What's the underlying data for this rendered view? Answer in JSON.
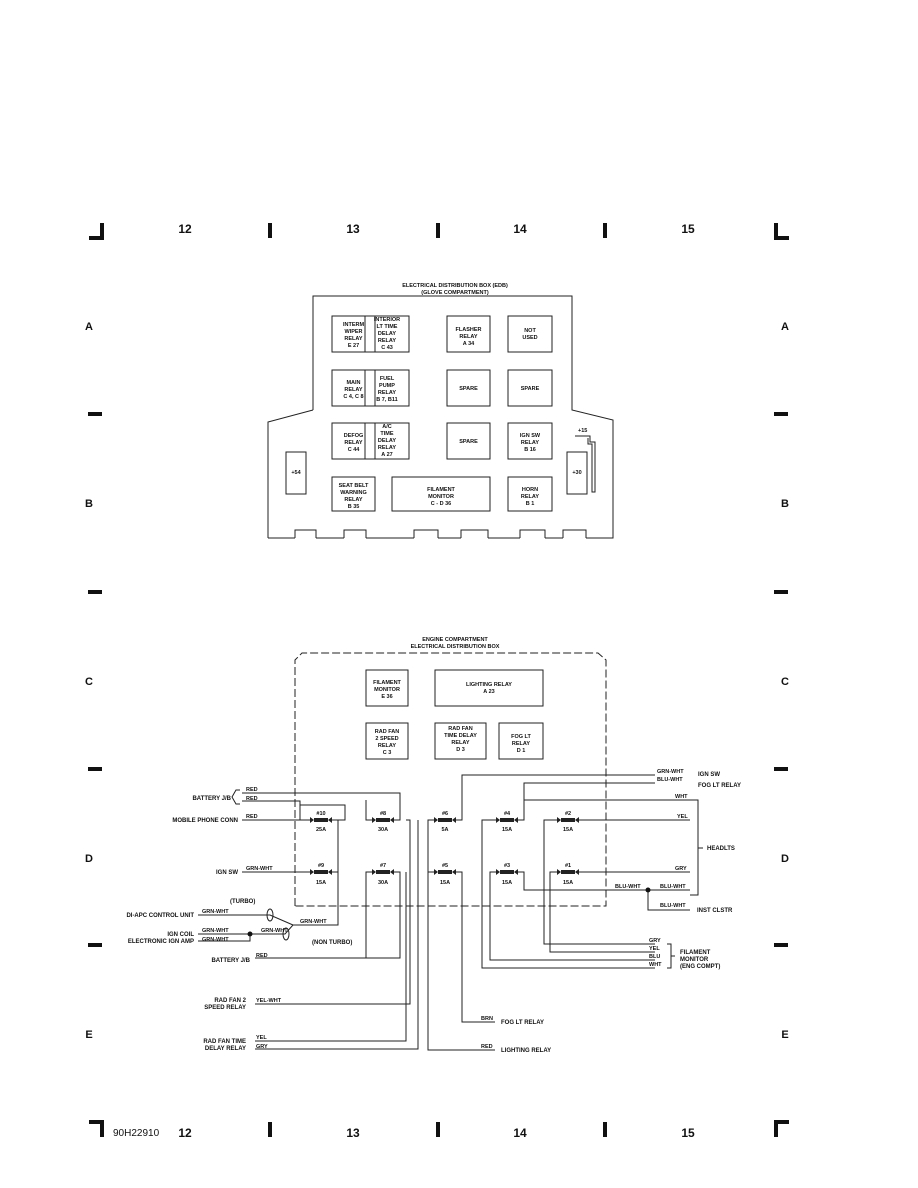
{
  "grid": {
    "columns": [
      "12",
      "13",
      "14",
      "15"
    ],
    "rows": [
      "A",
      "B",
      "C",
      "D",
      "E"
    ]
  },
  "drawing_id": "90H22910",
  "glove_box": {
    "title1": "ELECTRICAL DISTRIBUTION BOX (EDB)",
    "title2": "(GLOVE COMPARTMENT)",
    "relays": [
      [
        "INTERM",
        "WIPER",
        "RELAY",
        "E 27"
      ],
      [
        "INTERIOR",
        "LT TIME",
        "DELAY",
        "RELAY",
        "C 43"
      ],
      [
        "FLASHER",
        "RELAY",
        "A 34"
      ],
      [
        "NOT",
        "USED"
      ],
      [
        "MAIN",
        "RELAY",
        "C 4, C 8"
      ],
      [
        "FUEL",
        "PUMP",
        "RELAY",
        "B 7, B11"
      ],
      [
        "SPARE"
      ],
      [
        "SPARE"
      ],
      [
        "DEFOG",
        "RELAY",
        "C 44"
      ],
      [
        "A/C",
        "TIME",
        "DELAY",
        "RELAY",
        "A 27"
      ],
      [
        "SPARE"
      ],
      [
        "IGN SW",
        "RELAY",
        "B 16"
      ],
      [
        "SEAT BELT",
        "WARNING",
        "RELAY",
        "B 35"
      ],
      [
        "FILAMENT",
        "MONITOR",
        "C - D 36"
      ],
      [
        "HORN",
        "RELAY",
        "B 1"
      ]
    ],
    "left_term": "+54",
    "right_term": "+30",
    "right_term_top": "+15"
  },
  "engine_box": {
    "title1": "ENGINE COMPARTMENT",
    "title2": "ELECTRICAL DISTRIBUTION BOX",
    "relays": [
      [
        "FILAMENT",
        "MONITOR",
        "E 36"
      ],
      [
        "LIGHTING RELAY",
        "A 23"
      ],
      [
        "RAD FAN",
        "2 SPEED",
        "RELAY",
        "C 3"
      ],
      [
        "RAD FAN",
        "TIME DELAY",
        "RELAY",
        "D 3"
      ],
      [
        "FOG LT",
        "RELAY",
        "D 1"
      ]
    ],
    "fuses": [
      {
        "num": "#10",
        "amp": "25A"
      },
      {
        "num": "#8",
        "amp": "30A"
      },
      {
        "num": "#6",
        "amp": "5A"
      },
      {
        "num": "#4",
        "amp": "15A"
      },
      {
        "num": "#2",
        "amp": "15A"
      },
      {
        "num": "#9",
        "amp": "15A"
      },
      {
        "num": "#7",
        "amp": "30A"
      },
      {
        "num": "#5",
        "amp": "15A"
      },
      {
        "num": "#3",
        "amp": "15A"
      },
      {
        "num": "#1",
        "amp": "15A"
      }
    ]
  },
  "left_labels": {
    "battery_jb": "BATTERY J/B",
    "mobile_phone": "MOBILE PHONE CONN",
    "ign_sw": "IGN SW",
    "turbo": "(TURBO)",
    "di_apc": "DI-APC CONTROL UNIT",
    "ign_coil": "IGN COIL",
    "electronic_ign": "ELECTRONIC IGN AMP",
    "non_turbo": "(NON TURBO)",
    "battery_jb2": "BATTERY J/B",
    "rad_fan2_a": "RAD FAN 2",
    "rad_fan2_b": "SPEED RELAY",
    "rad_fan_time_a": "RAD FAN TIME",
    "rad_fan_time_b": "DELAY RELAY"
  },
  "right_labels": {
    "ign_sw": "IGN SW",
    "fog_lt_relay": "FOG LT RELAY",
    "headlts": "HEADLTS",
    "inst_clstr": "INST CLSTR",
    "filament1": "FILAMENT",
    "filament2": "MONITOR",
    "filament3": "(ENG COMPT)",
    "fog_lt_relay2": "FOG LT RELAY",
    "lighting_relay": "LIGHTING RELAY"
  },
  "wire_colors": {
    "red": "RED",
    "grn_wht": "GRN-WHT",
    "blu_wht": "BLU-WHT",
    "wht": "WHT",
    "yel": "YEL",
    "gry": "GRY",
    "blu": "BLU",
    "yel_wht": "YEL-WHT",
    "brn": "BRN"
  }
}
